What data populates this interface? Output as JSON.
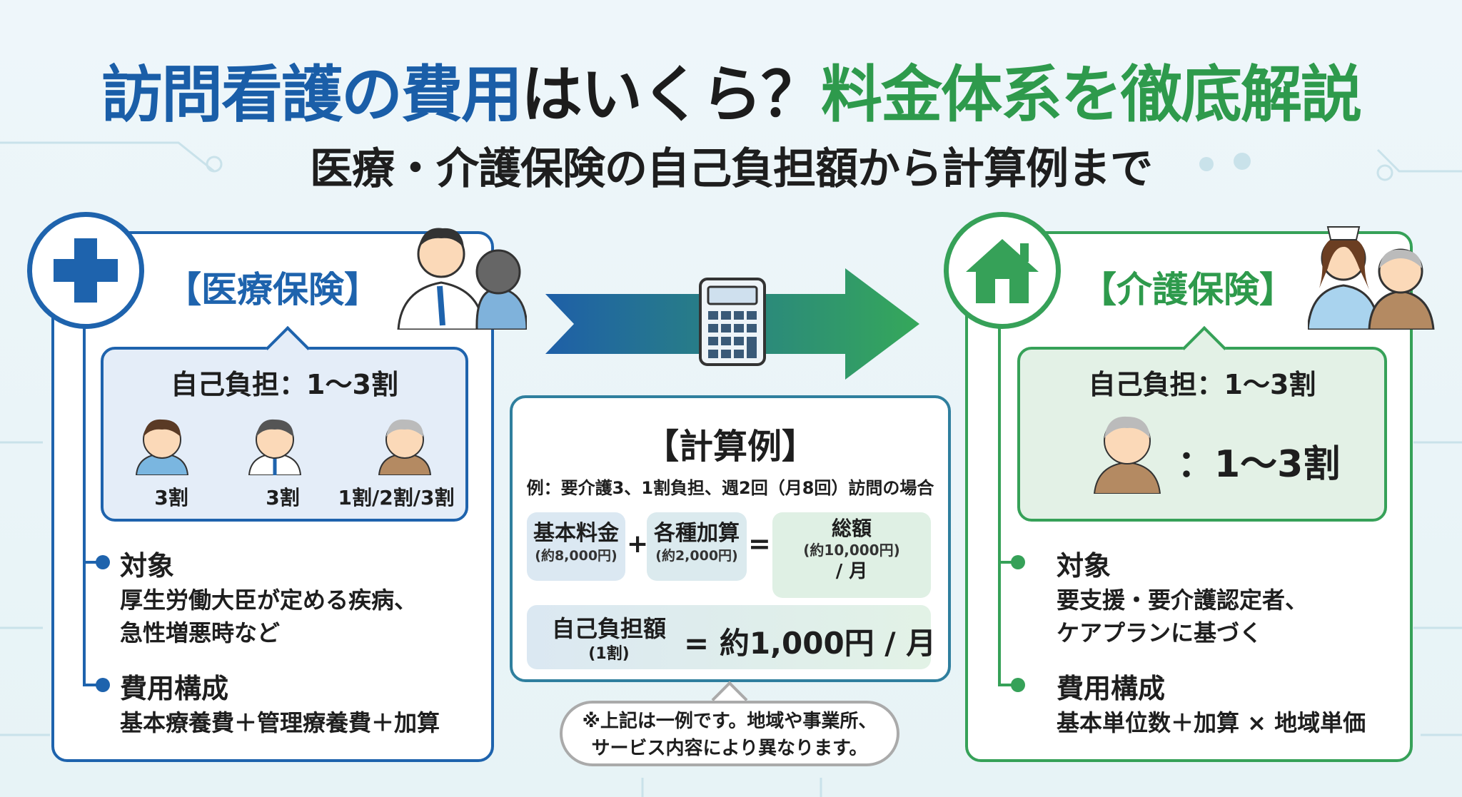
{
  "title": {
    "part1": "訪問看護の費用",
    "part2": "はいくら？",
    "part3": "料金体系を徹底解説"
  },
  "subtitle": "医療・介護保険の自己負担額から計算例まで",
  "medical": {
    "heading": "【医療保険】",
    "burden": "自己負担：1〜3割",
    "people": [
      {
        "label": "3割"
      },
      {
        "label": "3割"
      },
      {
        "label": "1割/2割/3割"
      }
    ],
    "target_label": "対象",
    "target_lines": [
      "厚生労働大臣が定める疾病、",
      "急性増悪時など"
    ],
    "cost_label": "費用構成",
    "cost_text": "基本療養費＋管理療養費＋加算"
  },
  "care": {
    "heading": "【介護保険】",
    "burden": "自己負担：1〜3割",
    "elder_ratio": "：1〜3割",
    "target_label": "対象",
    "target_lines": [
      "要支援・要介護認定者、",
      "ケアプランに基づく"
    ],
    "cost_label": "費用構成",
    "cost_text": "基本単位数＋加算 × 地域単価"
  },
  "calc": {
    "heading": "【計算例】",
    "example": "例：要介護3、1割負担、週2回（月8回）訪問の場合",
    "base_label": "基本料金",
    "base_value": "(約8,000円)",
    "plus": "+",
    "add_label": "各種加算",
    "add_value": "(約2,000円)",
    "equals": "=",
    "total_label": "総額",
    "total_value": "(約10,000円)",
    "total_unit": "/ 月",
    "self_label": "自己負担額",
    "self_sub": "(1割)",
    "self_value": "= 約1,000円 / 月"
  },
  "note": [
    "※上記は一例です。地域や事業所、",
    "サービス内容により異なります。"
  ],
  "colors": {
    "blue": "#1e63ad",
    "green": "#36a158"
  }
}
